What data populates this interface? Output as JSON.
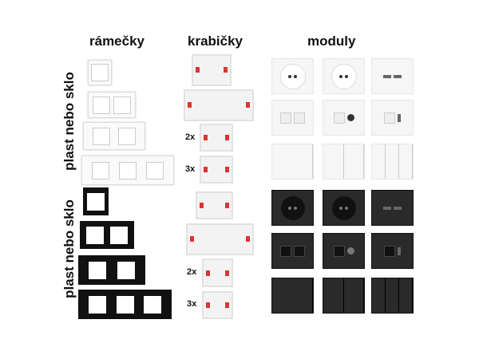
{
  "headers": {
    "frames": "rámečky",
    "boxes": "krabičky",
    "modules": "moduly"
  },
  "groups": [
    {
      "color": "white",
      "label": "plast nebo sklo",
      "box_labels": [
        "2x",
        "3x"
      ]
    },
    {
      "color": "black",
      "label": "plast nebo sklo",
      "box_labels": [
        "2x",
        "3x"
      ]
    }
  ],
  "module_types": [
    "socket",
    "socket-usb",
    "usb-charger",
    "data-double",
    "data-tv",
    "wifi-router",
    "switch-single",
    "switch-double",
    "switch-triple"
  ],
  "colors": {
    "box_tab": "#dd3333",
    "black_frame": "#111111"
  }
}
